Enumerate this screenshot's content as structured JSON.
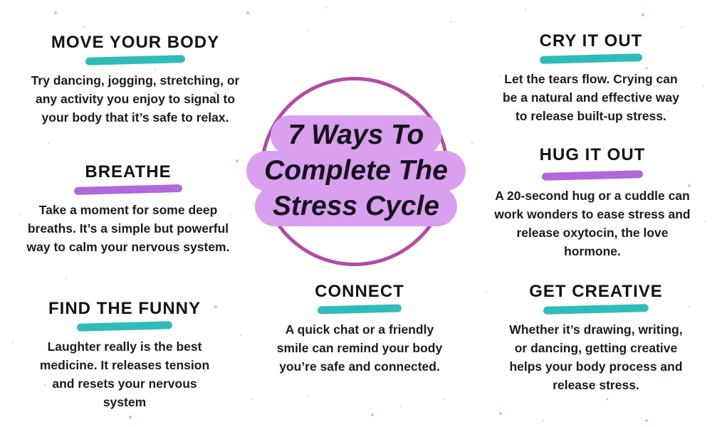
{
  "palette": {
    "background": "#ffffff",
    "teal_underline": "#2fbcb9",
    "purple_underline": "#b168d8",
    "circle_stroke": "#b14ba5",
    "title_box_fill": "#d9a0ef",
    "title_text": "#17121d",
    "body_text": "#1c1c1c",
    "speckle_pink": "#efb0e7"
  },
  "center": {
    "title_lines": [
      "7 Ways To",
      "Complete The",
      "Stress Cycle"
    ]
  },
  "sections": [
    {
      "heading": "MOVE YOUR BODY",
      "underline_color": "teal",
      "lines": [
        "Try dancing, jogging, stretching, or",
        "any activity you enjoy to signal to",
        "your body that it’s safe to relax."
      ]
    },
    {
      "heading": "BREATHE",
      "underline_color": "purple",
      "lines": [
        "Take a moment for some deep",
        "breaths. It’s a simple but powerful",
        "way to calm your nervous system."
      ]
    },
    {
      "heading": "FIND THE FUNNY",
      "underline_color": "teal",
      "lines": [
        "Laughter really is the best",
        "medicine. It releases tension",
        "and resets your nervous",
        "system"
      ]
    },
    {
      "heading": "CONNECT",
      "underline_color": "teal",
      "lines": [
        "A quick chat or a friendly",
        "smile can remind your body",
        "you’re safe and connected."
      ]
    },
    {
      "heading": "CRY IT OUT",
      "underline_color": "teal",
      "lines": [
        "Let the tears flow. Crying can",
        "be a natural and effective way",
        "to release built-up stress."
      ]
    },
    {
      "heading": "HUG IT OUT",
      "underline_color": "purple",
      "lines": [
        "A 20-second hug or a cuddle can",
        "work wonders to ease stress and",
        "release oxytocin, the love",
        "hormone."
      ]
    },
    {
      "heading": "GET CREATIVE",
      "underline_color": "teal",
      "lines": [
        "Whether it’s drawing, writing,",
        "or dancing, getting creative",
        "helps your body process and",
        "release stress."
      ]
    }
  ]
}
